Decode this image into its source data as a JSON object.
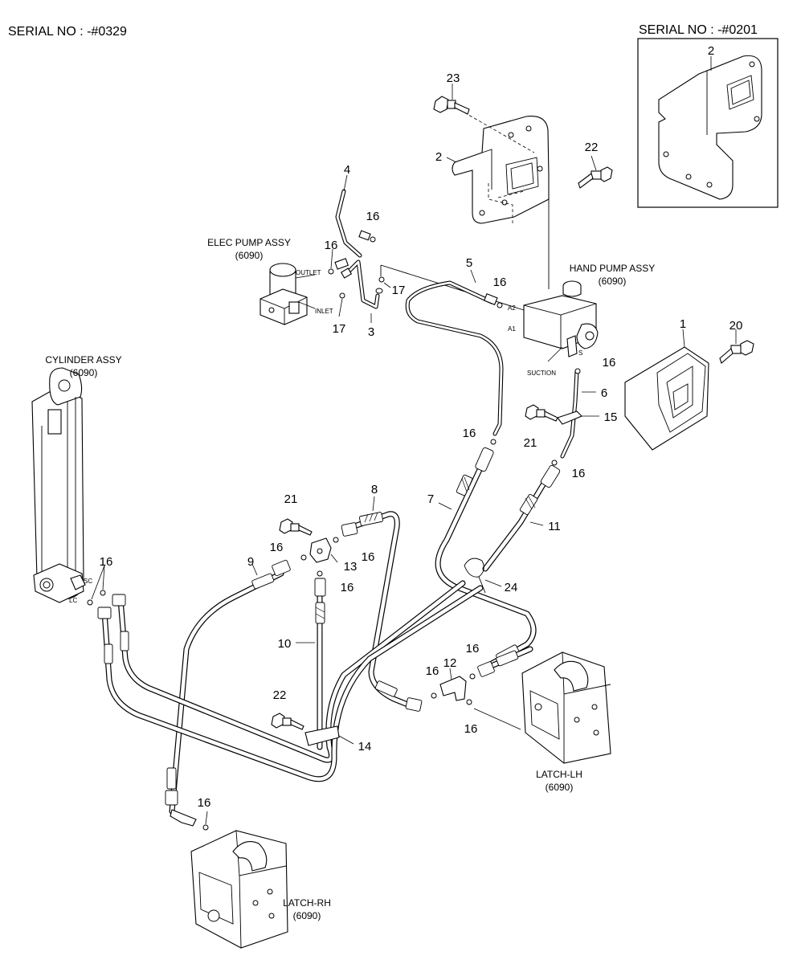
{
  "serial_left": "SERIAL NO : -#0329",
  "serial_right": "SERIAL NO : -#0201",
  "assemblies": {
    "elec_pump": {
      "name": "ELEC PUMP ASSY",
      "ref": "(6090)"
    },
    "hand_pump": {
      "name": "HAND PUMP ASSY",
      "ref": "(6090)"
    },
    "cylinder": {
      "name": "CYLINDER ASSY",
      "ref": "(6090)"
    },
    "latch_lh": {
      "name": "LATCH-LH",
      "ref": "(6090)"
    },
    "latch_rh": {
      "name": "LATCH-RH",
      "ref": "(6090)"
    }
  },
  "ports": {
    "outlet": "OUTLET",
    "inlet": "INLET",
    "a1": "A1",
    "a2": "A2",
    "s": "S",
    "suction": "SUCTION",
    "sc": "SC",
    "lc": "LC"
  },
  "callouts": [
    {
      "id": "c1",
      "text": "1"
    },
    {
      "id": "c2-inset",
      "text": "2"
    },
    {
      "id": "c2-main",
      "text": "2"
    },
    {
      "id": "c3",
      "text": "3"
    },
    {
      "id": "c4",
      "text": "4"
    },
    {
      "id": "c5",
      "text": "5"
    },
    {
      "id": "c6",
      "text": "6"
    },
    {
      "id": "c7",
      "text": "7"
    },
    {
      "id": "c8",
      "text": "8"
    },
    {
      "id": "c9",
      "text": "9"
    },
    {
      "id": "c10",
      "text": "10"
    },
    {
      "id": "c11",
      "text": "11"
    },
    {
      "id": "c12",
      "text": "12"
    },
    {
      "id": "c13",
      "text": "13"
    },
    {
      "id": "c14",
      "text": "14"
    },
    {
      "id": "c15",
      "text": "15"
    },
    {
      "id": "c16-a",
      "text": "16"
    },
    {
      "id": "c16-b",
      "text": "16"
    },
    {
      "id": "c16-c",
      "text": "16"
    },
    {
      "id": "c16-d",
      "text": "16"
    },
    {
      "id": "c16-e",
      "text": "16"
    },
    {
      "id": "c16-f",
      "text": "16"
    },
    {
      "id": "c16-g",
      "text": "16"
    },
    {
      "id": "c16-h",
      "text": "16"
    },
    {
      "id": "c16-i",
      "text": "16"
    },
    {
      "id": "c16-j",
      "text": "16"
    },
    {
      "id": "c16-k",
      "text": "16"
    },
    {
      "id": "c16-l",
      "text": "16"
    },
    {
      "id": "c16-m",
      "text": "16"
    },
    {
      "id": "c16-n",
      "text": "16"
    },
    {
      "id": "c17-a",
      "text": "17"
    },
    {
      "id": "c17-b",
      "text": "17"
    },
    {
      "id": "c20",
      "text": "20"
    },
    {
      "id": "c21-a",
      "text": "21"
    },
    {
      "id": "c21-b",
      "text": "21"
    },
    {
      "id": "c22-a",
      "text": "22"
    },
    {
      "id": "c22-b",
      "text": "22"
    },
    {
      "id": "c23",
      "text": "23"
    },
    {
      "id": "c24",
      "text": "24"
    }
  ]
}
